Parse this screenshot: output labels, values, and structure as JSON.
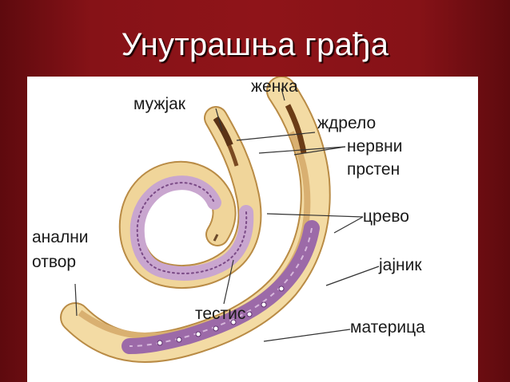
{
  "slide": {
    "title": "Унутрашња грађа"
  },
  "figure": {
    "labels": {
      "male": "мужјак",
      "female": "женка",
      "pharynx": "ждрело",
      "nerve_ring_line1": "нервни",
      "nerve_ring_line2": "прстен",
      "intestine": "црево",
      "anus_line1": "анални",
      "anus_line2": "отвор",
      "ovary": "јајник",
      "testis": "тестис",
      "uterus": "материца"
    }
  }
}
